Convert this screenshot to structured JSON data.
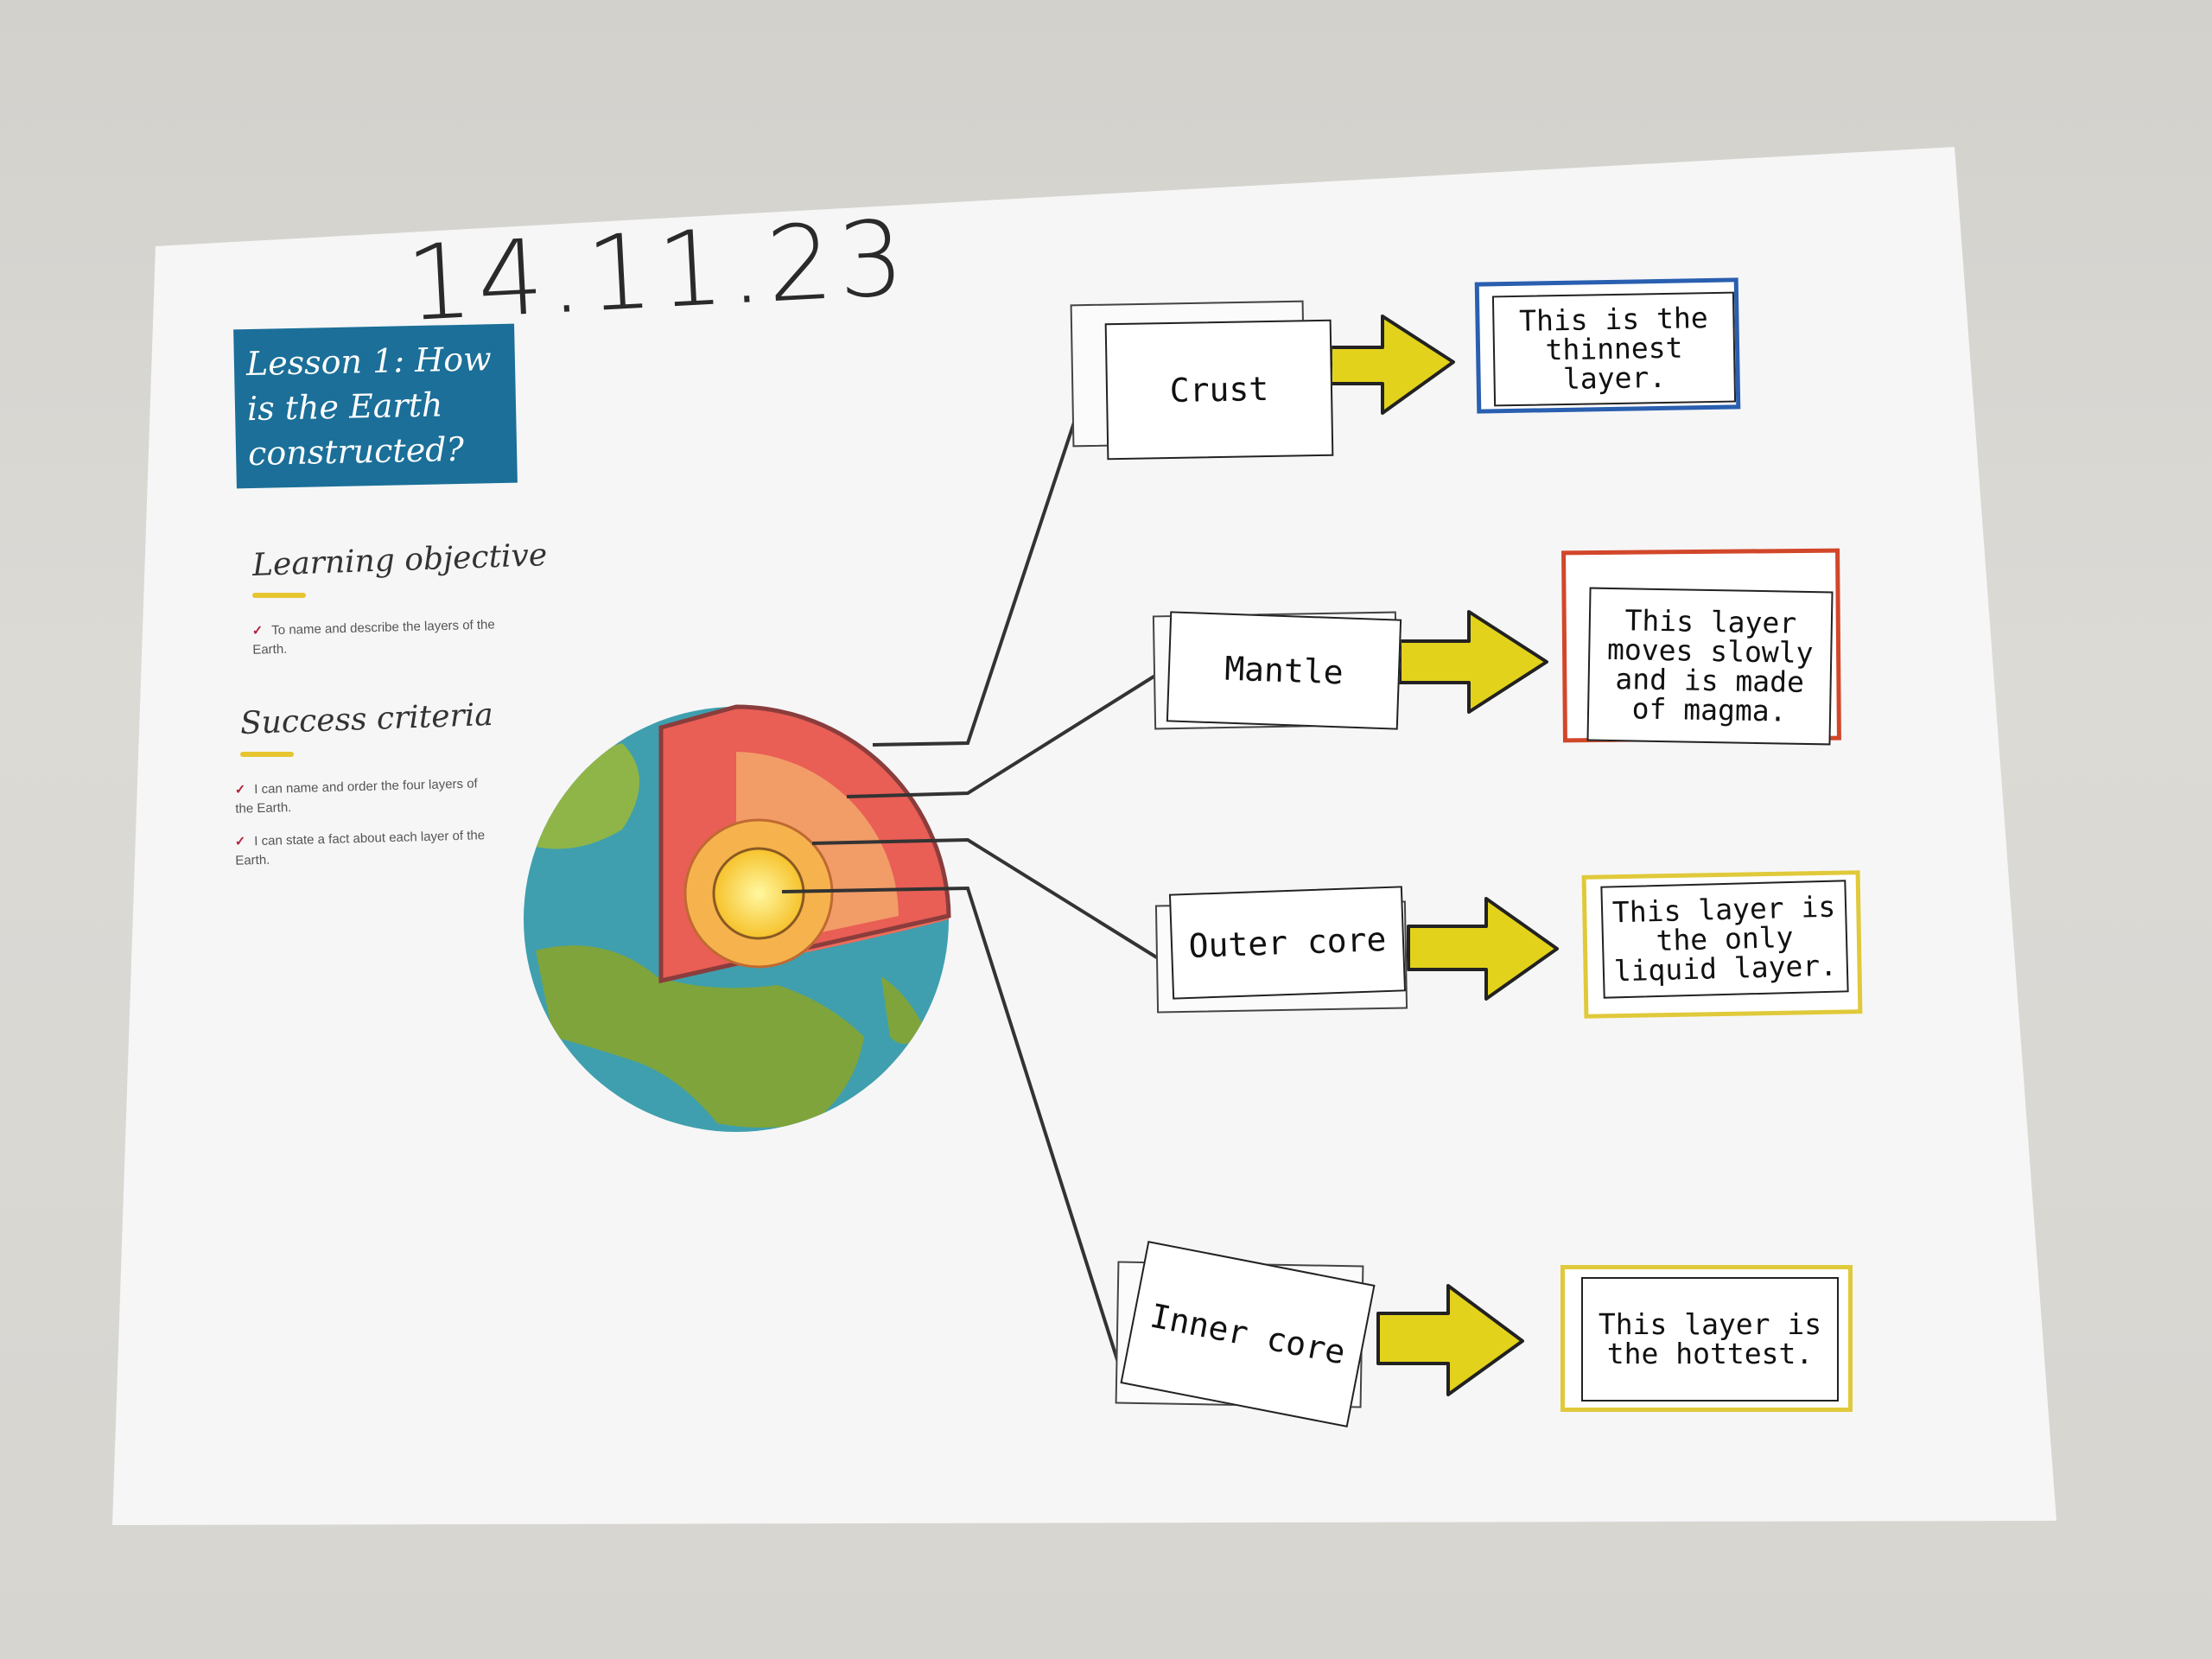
{
  "date": "14.11.23",
  "lesson_title": "Lesson 1: How is the Earth constructed?",
  "learning_objective": {
    "heading": "Learning objective",
    "items": [
      "To name and describe the layers of the Earth."
    ]
  },
  "success_criteria": {
    "heading": "Success criteria",
    "items": [
      "I can name and order the four layers of the Earth.",
      "I can state a fact about each layer of the Earth."
    ]
  },
  "layers": [
    {
      "name": "Crust",
      "fact": "This is the thinnest layer.",
      "frame_color": "#2a5fb0"
    },
    {
      "name": "Mantle",
      "fact": "This layer moves slowly and is made of magma.",
      "frame_color": "#d2472a"
    },
    {
      "name": "Outer core",
      "fact": "This layer is the only liquid layer.",
      "frame_color": "#e0c93a"
    },
    {
      "name": "Inner core",
      "fact": "This layer is the hottest.",
      "frame_color": "#e0c93a"
    }
  ],
  "colors": {
    "arrow": "#e3d21c",
    "lesson_bg": "#1b6f98"
  }
}
